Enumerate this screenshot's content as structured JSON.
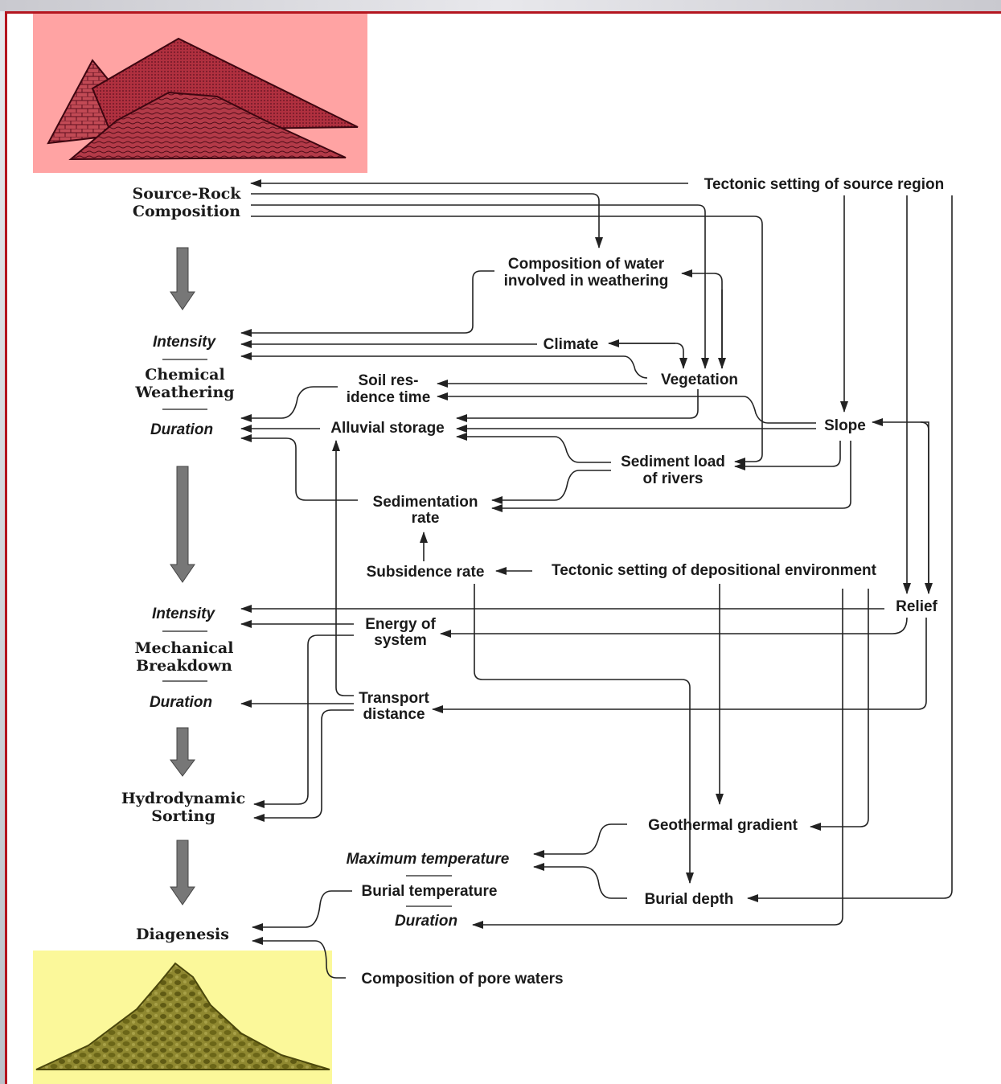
{
  "diagram": {
    "stages": {
      "source_rock": [
        "Source-Rock",
        "Composition"
      ],
      "chem_intensity": "Intensity",
      "chem_weathering": [
        "Chemical",
        "Weathering"
      ],
      "chem_duration": "Duration",
      "mech_intensity": "Intensity",
      "mech_breakdown": [
        "Mechanical",
        "Breakdown"
      ],
      "mech_duration": "Duration",
      "hydro_sorting": [
        "Hydrodynamic",
        "Sorting"
      ],
      "diagenesis": "Diagenesis"
    },
    "factors": {
      "tectonic_source": "Tectonic setting of source region",
      "water_composition": [
        "Composition of water",
        "involved in weathering"
      ],
      "climate": "Climate",
      "vegetation": "Vegetation",
      "soil_residence": [
        "Soil res-",
        "idence time"
      ],
      "alluvial_storage": "Alluvial storage",
      "slope": "Slope",
      "sediment_load": [
        "Sediment load",
        "of rivers"
      ],
      "sedimentation_rate": [
        "Sedimentation",
        "rate"
      ],
      "subsidence_rate": "Subsidence rate",
      "tectonic_depositional": "Tectonic setting of depositional environment",
      "relief": "Relief",
      "energy_system": [
        "Energy of",
        "system"
      ],
      "transport_distance": [
        "Transport",
        "distance"
      ],
      "geothermal_gradient": "Geothermal gradient",
      "maximum_temperature": "Maximum temperature",
      "burial_temperature": "Burial temperature",
      "burial_duration": "Duration",
      "burial_depth": "Burial depth",
      "pore_waters": "Composition of pore waters"
    }
  },
  "colors": {
    "frame_border": "#b4151f",
    "source_panel": "#ffa3a3",
    "sediment_panel": "#fbf89a",
    "rock_fill": "#9a2c3c",
    "grain_fill": "#7a7420"
  }
}
